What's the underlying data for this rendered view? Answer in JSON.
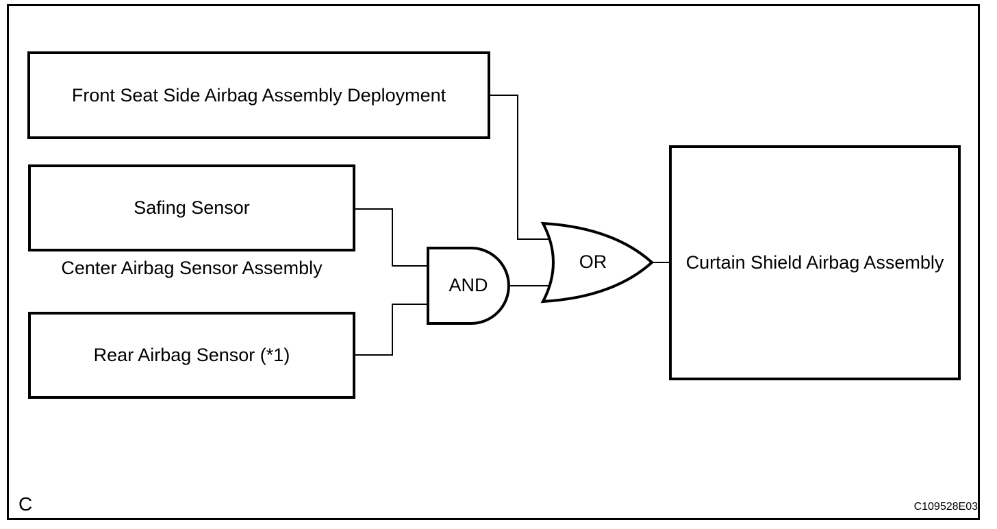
{
  "figure": {
    "type": "logic-diagram",
    "colors": {
      "line": "#000000",
      "background": "#ffffff"
    },
    "inputs": [
      {
        "id": "front-seat-side-airbag",
        "label": "Front Seat Side Airbag Assembly Deployment"
      },
      {
        "id": "safing-sensor",
        "label": "Safing Sensor"
      },
      {
        "id": "rear-airbag-sensor",
        "label": "Rear Airbag Sensor (*1)"
      }
    ],
    "group_caption": "Center Airbag Sensor Assembly",
    "gates": {
      "and": "AND",
      "or": "OR"
    },
    "output": {
      "id": "curtain-shield-airbag",
      "label": "Curtain Shield Airbag Assembly"
    },
    "corner_label": "C",
    "figure_code": "C109528E03"
  }
}
